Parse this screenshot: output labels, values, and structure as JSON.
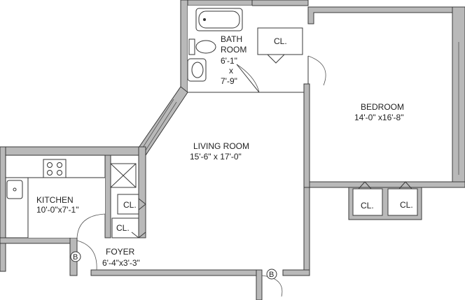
{
  "rooms": {
    "bath": {
      "line1": "BATH",
      "line2": "ROOM",
      "dim1": "6'-1\"",
      "dim_x": "x",
      "dim2": "7'-9\""
    },
    "bedroom": {
      "name": "BEDROOM",
      "dims": "14'-0\" x16'-8\""
    },
    "living": {
      "name": "LIVING ROOM",
      "dims": "15'-6\" x 17'-0\""
    },
    "kitchen": {
      "name": "KITCHEN",
      "dims": "10'-0\"x7'-1\""
    },
    "foyer": {
      "name": "FOYER",
      "dims": "6'-4\"x3'-3\""
    }
  },
  "closets": {
    "bath_top": "CL.",
    "foyer_upper": "CL.",
    "foyer_lower": "CL.",
    "bedroom_left": "CL.",
    "bedroom_right": "CL."
  },
  "markers": {
    "foyer_b": "B",
    "entry_b": "B"
  }
}
